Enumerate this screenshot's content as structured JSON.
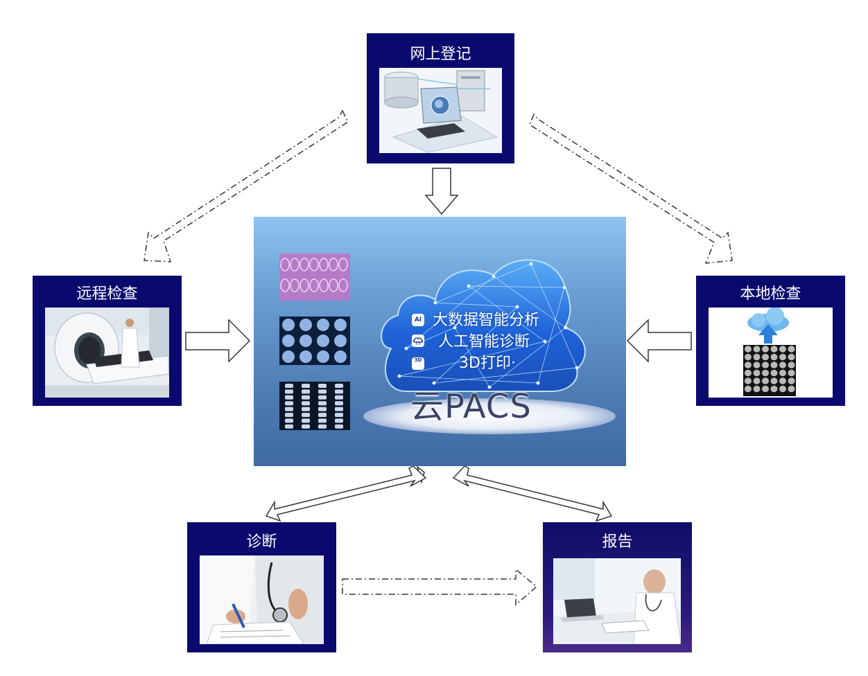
{
  "nodes": {
    "online_registration": "网上登记",
    "remote_exam": "远程检查",
    "local_exam": "本地检查",
    "diagnosis": "诊断",
    "report": "报告"
  },
  "center": {
    "features": [
      "大数据智能分析",
      "人工智能诊断",
      "3D打印·"
    ],
    "icon_labels": [
      "AI",
      "",
      "3D"
    ],
    "platform": "云PACS"
  },
  "colors": {
    "node_frame": "#0a0a6e",
    "center_top": "#8fc3f1",
    "center_bottom": "#3f6aa3",
    "cloud": "#2f7fe6"
  }
}
